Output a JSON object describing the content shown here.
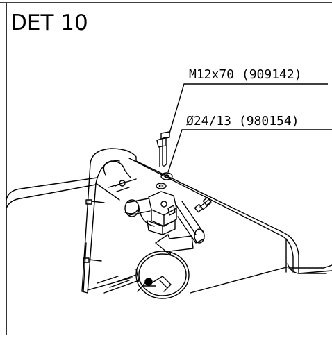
{
  "detail": {
    "title": "DET 10"
  },
  "callouts": [
    {
      "label": "M12x70 (909142)"
    },
    {
      "label": "Ø24/13 (980154)"
    }
  ],
  "colors": {
    "line": "#000000",
    "background": "#ffffff"
  }
}
